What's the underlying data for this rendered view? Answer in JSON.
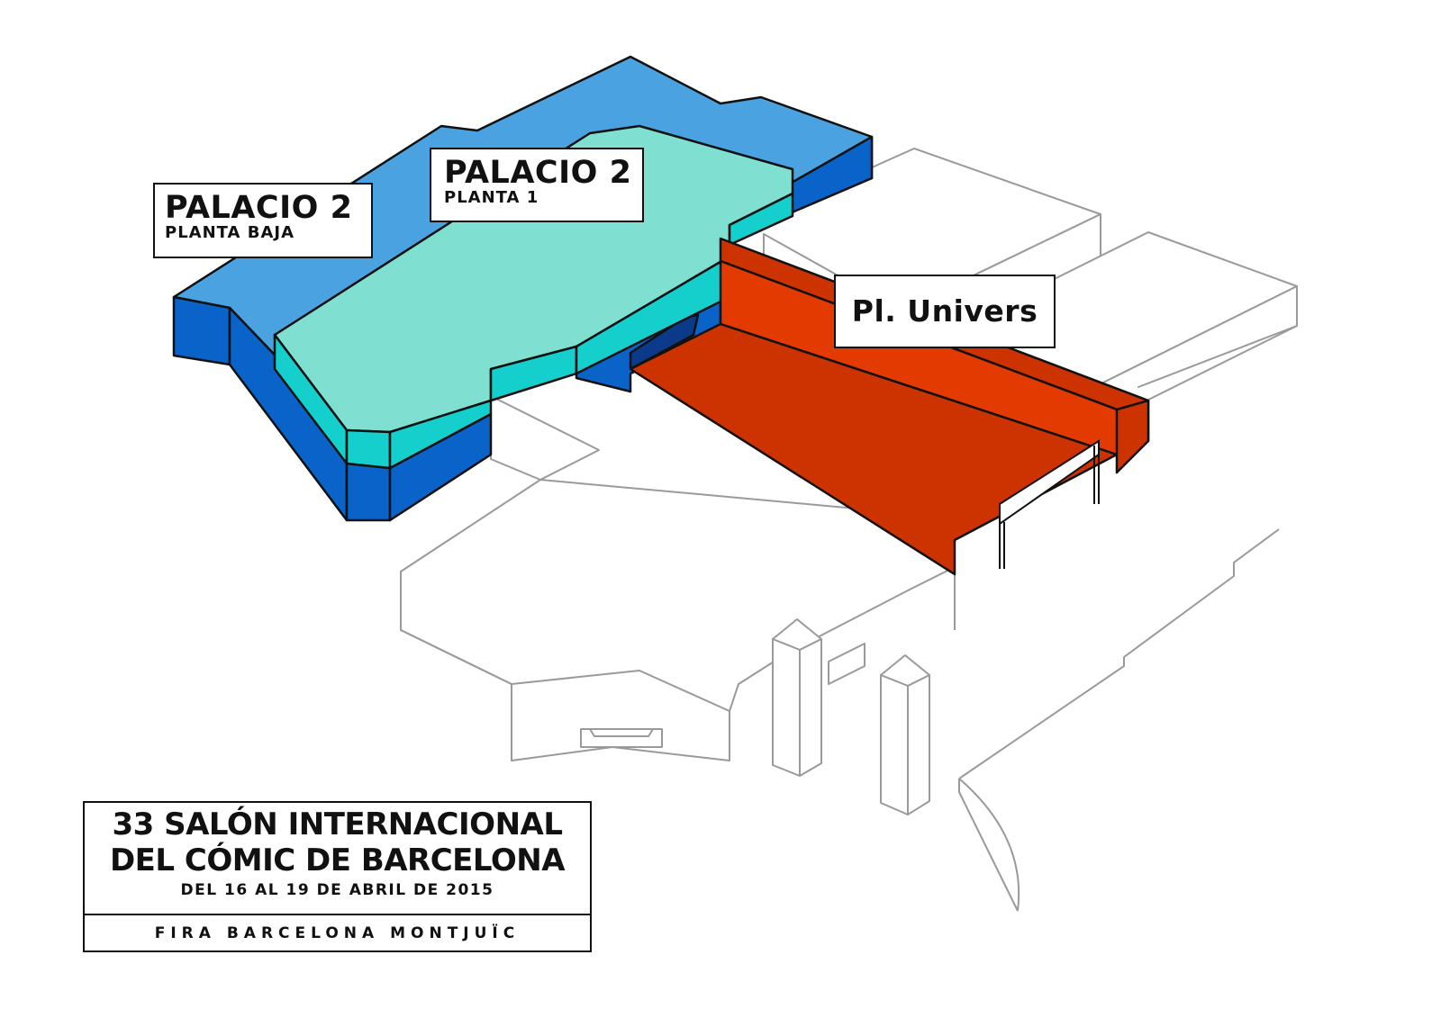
{
  "labels": {
    "palacio2_baja": {
      "title": "PALACIO 2",
      "subtitle": "PLANTA BAJA"
    },
    "palacio2_planta1": {
      "title": "PALACIO 2",
      "subtitle": "PLANTA 1"
    },
    "univers": {
      "title": "Pl. Univers"
    }
  },
  "event": {
    "line1": "33 SALÓN INTERNACIONAL",
    "line2": "DEL CÓMIC DE BARCELONA",
    "dates": "DEL 16 AL 19 DE ABRIL DE 2015",
    "venue": "FIRA BARCELONA MONTJUÏC"
  },
  "colors": {
    "palacio2_roof": "#4aa3e0",
    "palacio2_wall": "#0a63c8",
    "planta1_roof": "#7fe0d2",
    "planta1_wall": "#14cfcc",
    "univers_floor": "#cc3300",
    "univers_wall": "#e23a00",
    "outline_buildings": "#9a9a9a",
    "text": "#111111"
  }
}
